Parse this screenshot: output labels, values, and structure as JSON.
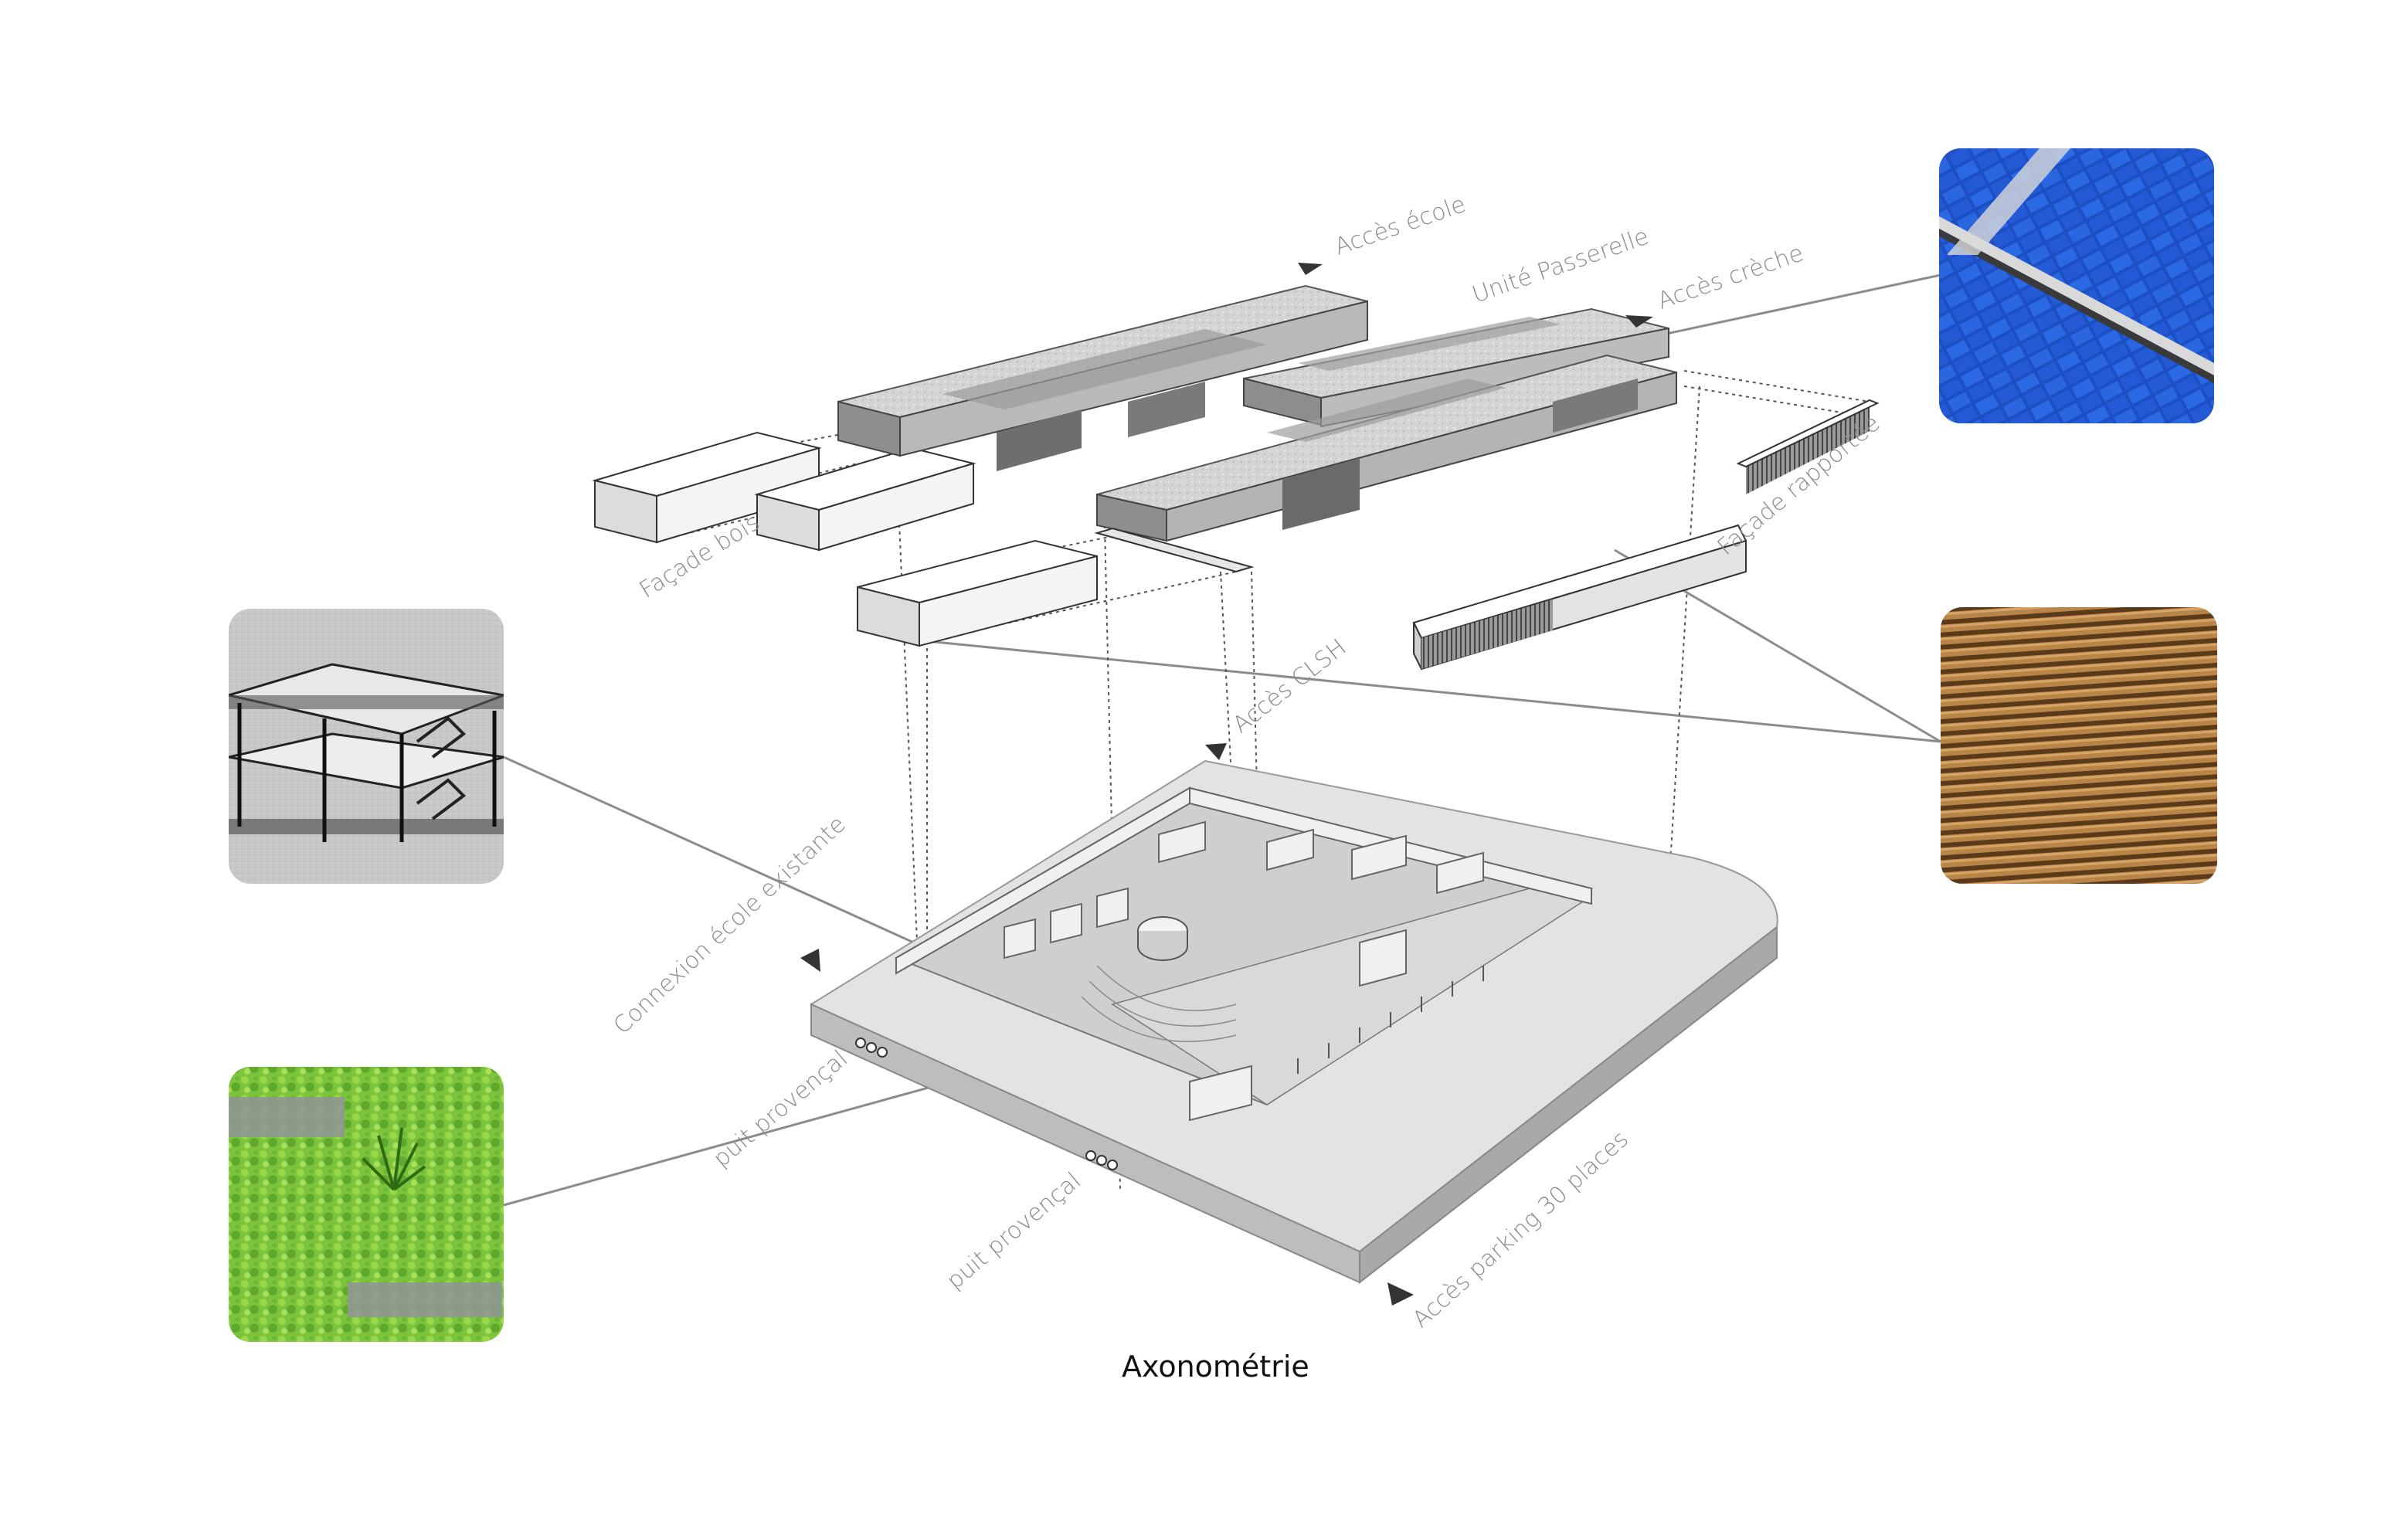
{
  "title": "Axonométrie",
  "labels": {
    "acces_ecole": "Accès école",
    "unite_passerelle": "Unité Passerelle",
    "acces_creche": "Accès crèche",
    "facade_bois": "Façade bois",
    "facade_rapportee": "Façade rapportée",
    "acces_clsh": "Accès CLSH",
    "connexion_ecole": "Connexion école existante",
    "puit_provencal_1": "puit provençal",
    "puit_provencal_2": "puit provençal",
    "acces_parking": "Accès parking 30 places"
  },
  "thumbnails": {
    "solar": "solar-panel-texture",
    "wood": "wood-slat-texture",
    "structure": "structure-sketch",
    "green_roof": "green-roof-texture"
  },
  "colors": {
    "solar_blue": "#1f55c8",
    "wood_brown": "#9c6a36",
    "grass_green": "#78c43a",
    "line_gray": "#8c8c8c"
  }
}
